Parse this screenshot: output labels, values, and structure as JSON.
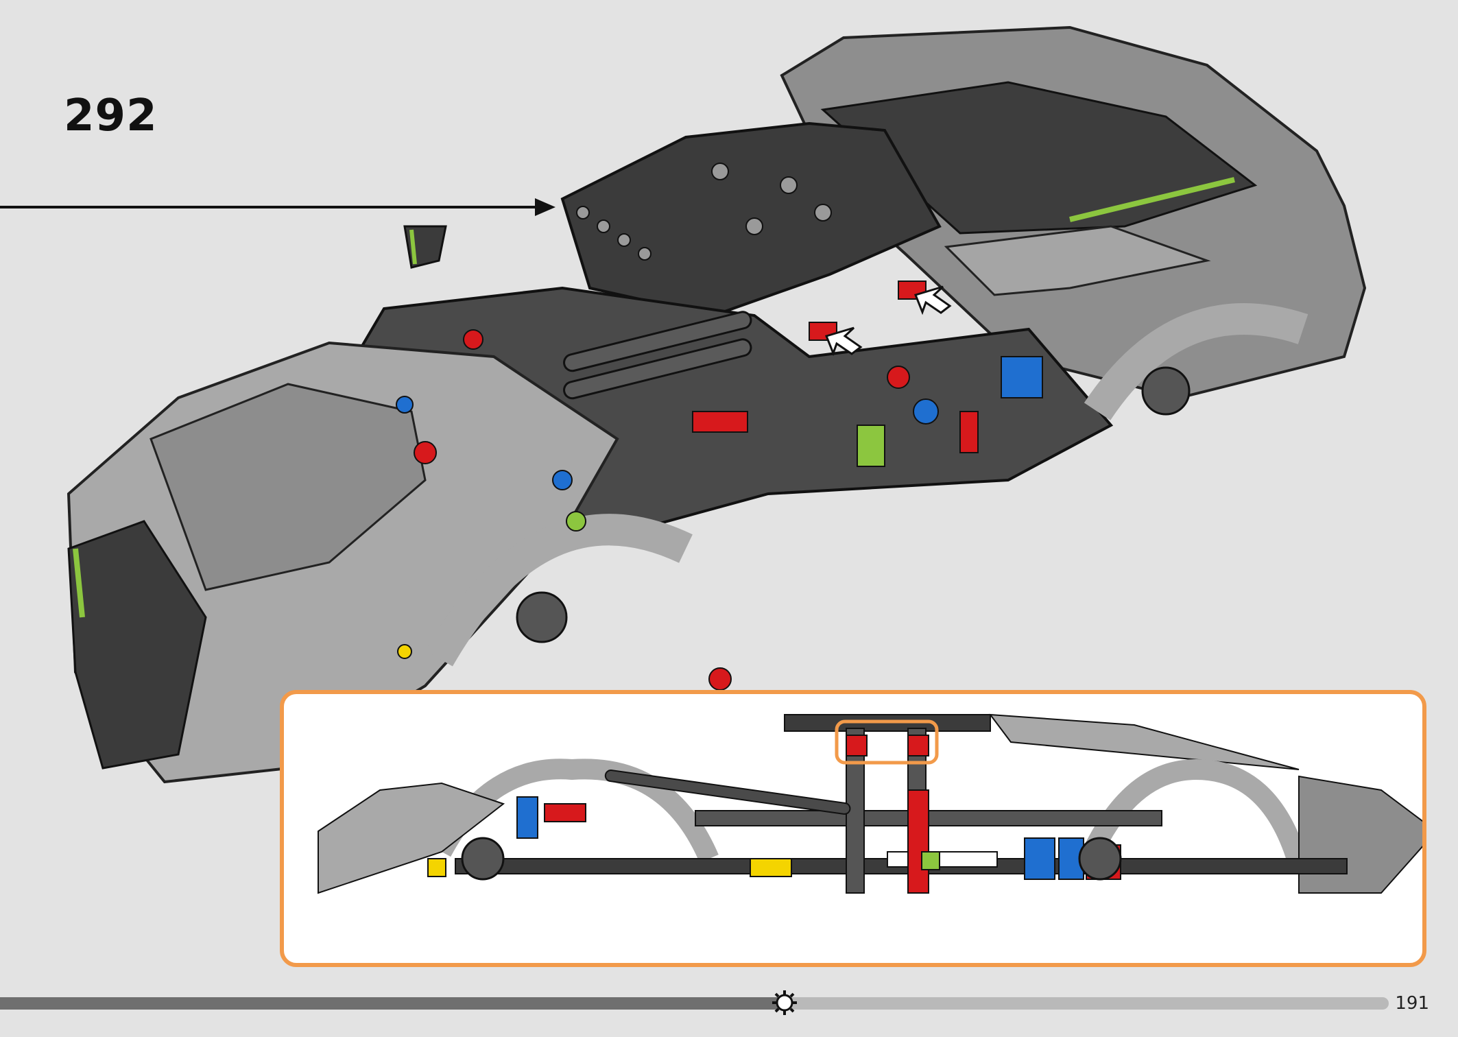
{
  "step": {
    "number": "292"
  },
  "page": {
    "number": "191",
    "progress_fraction": 0.565
  },
  "illustration": {
    "subject": "assembled-car-chassis",
    "callout_border_color": "#f29a4a",
    "highlight_color": "#f29a4a",
    "part_colors": {
      "dark_gray": "#3b3b3b",
      "light_gray": "#a9a9a9",
      "red": "#d7191c",
      "blue": "#1f6fd0",
      "lime": "#8cc63f",
      "yellow": "#f4d400",
      "white": "#ffffff"
    }
  },
  "icons": {
    "progress_marker": "gear-icon",
    "insert_arrow": "arrow-icon"
  }
}
